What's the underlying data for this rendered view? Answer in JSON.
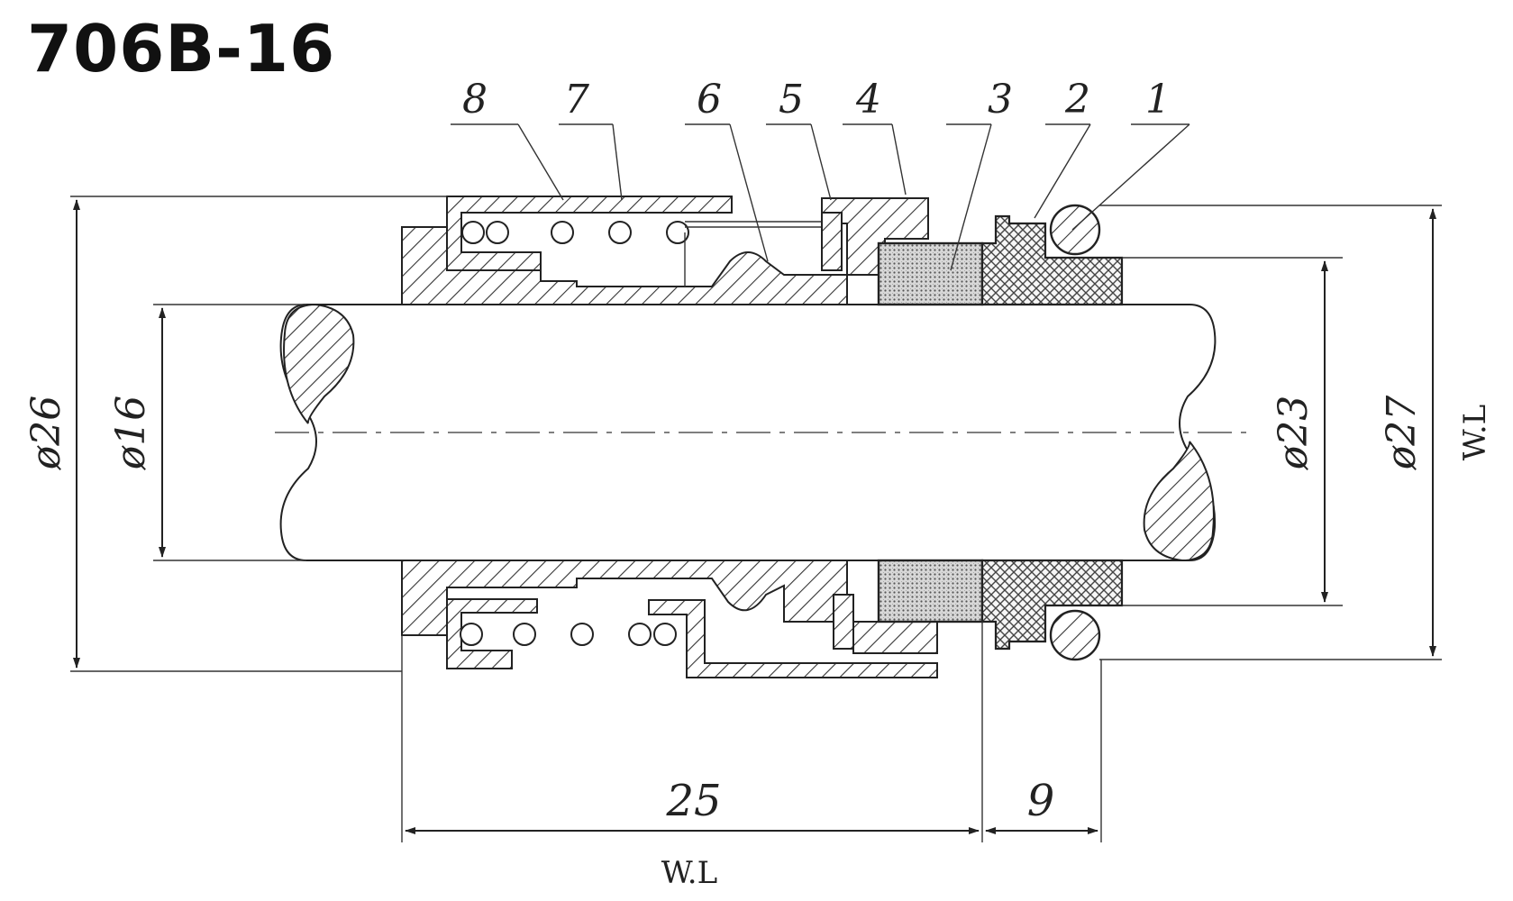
{
  "title": "706B-16",
  "part_labels": [
    "1",
    "2",
    "3",
    "4",
    "5",
    "6",
    "7",
    "8"
  ],
  "dimensions": {
    "d_outer_left": "ø26",
    "d_shaft": "ø16",
    "d_seat_inner": "ø23",
    "d_seat_outer": "ø27",
    "length_head": "25",
    "length_seat": "9",
    "wl_bottom": "W.L",
    "wl_right": "W.L"
  },
  "colors": {
    "line": "#222222",
    "background": "#ffffff"
  }
}
